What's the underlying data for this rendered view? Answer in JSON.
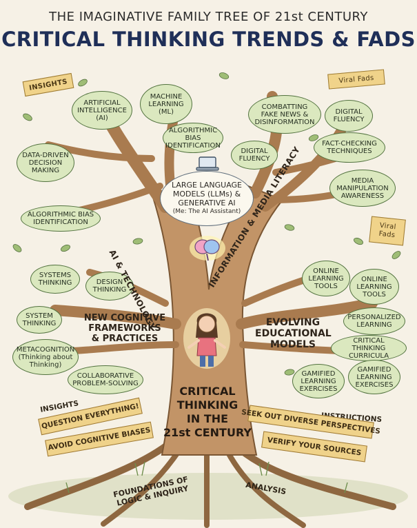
{
  "title": {
    "line1": "THE IMAGINATIVE FAMILY TREE OF 21st CENTURY",
    "line2": "CRITICAL THINKING TRENDS & FADS"
  },
  "trunk": "CRITICAL\nTHINKING\nIN THE\n21st CENTURY",
  "branches": {
    "ai_tech": "AI & TECHNOLOGY",
    "info_media": "INFORMATION & MEDIA LITERACY",
    "cognitive": "NEW COGNITIVE\nFRAMEWORKS\n& PRACTICES",
    "educational": "EVOLVING\nEDUCATIONAL\nMODELS"
  },
  "central": {
    "line1": "LARGE LANGUAGE",
    "line2": "MODELS (LLMs) &",
    "line3": "GENERATIVE AI",
    "line4": "(Me: The AI Assistant)"
  },
  "flags": {
    "insights_top": "INSIGHTS",
    "viral_top": "Viral Fads",
    "viral_right": "Viral\nFads"
  },
  "leaves": {
    "ai": "ARTIFICIAL\nINTELLIGENCE\n(AI)",
    "ml": "MACHINE\nLEARNING\n(ML)",
    "algo_bias_top": "ALGORITHMIC\nBIAS\nIDENTIFICATION",
    "data_driven": "DATA-DRIVEN\nDECISION\nMAKING",
    "algo_bias_left": "ALGORITHMIC BIAS\nIDENTIFICATION",
    "fake_news": "COMBATTING\nFAKE NEWS &\nDISINFORMATION",
    "digital_fluency_right": "DIGITAL\nFLUENCY",
    "digital_fluency_mid": "DIGITAL\nFLUENCY",
    "fact_checking": "FACT-CHECKING\nTECHNIQUES",
    "media_manip": "MEDIA\nMANIPULATION\nAWARENESS",
    "systems_thinking": "SYSTEMS\nTHINKING",
    "design_thinking": "DESIGN\nTHINKING",
    "system_thinking": "SYSTEM\nTHINKING",
    "metacognition": "METACOGNITION\n(Thinking about\nThinking)",
    "collab": "COLLABORATIVE\nPROBLEM-SOLVING",
    "online_1": "ONLINE\nLEARNING\nTOOLS",
    "online_2": "ONLINE\nLEARNING\nTOOLS",
    "personalized": "PERSONALIZED\nLEARNING",
    "ct_curricula": "CRITICAL THINKING\nCURRICULA",
    "gamified_1": "GAMIFIED\nLEARNING\nEXERCISES",
    "gamified_2": "GAMIFIED\nLEARNING\nEXERCISES"
  },
  "bottom": {
    "insights_label": "INSIGHTS",
    "question": "QUESTION EVERYTHING!",
    "biases": "AVOID COGNITIVE BIASES",
    "instructions_label": "INSTRUCTIONS",
    "diverse": "SEEK OUT DIVERSE PERSPECTIVES",
    "verify": "VERIFY YOUR SOURCES",
    "foundations": "FOUNDATIONS OF\nLOGIC & INQUIRY",
    "analysis": "ANALYSIS"
  },
  "colors": {
    "background": "#f6f1e6",
    "trunk": "#b98b5c",
    "leaf_fill": "#dbe8bf",
    "leaf_border": "#52723f",
    "banner": "#efd28a",
    "title": "#1f2f58"
  }
}
